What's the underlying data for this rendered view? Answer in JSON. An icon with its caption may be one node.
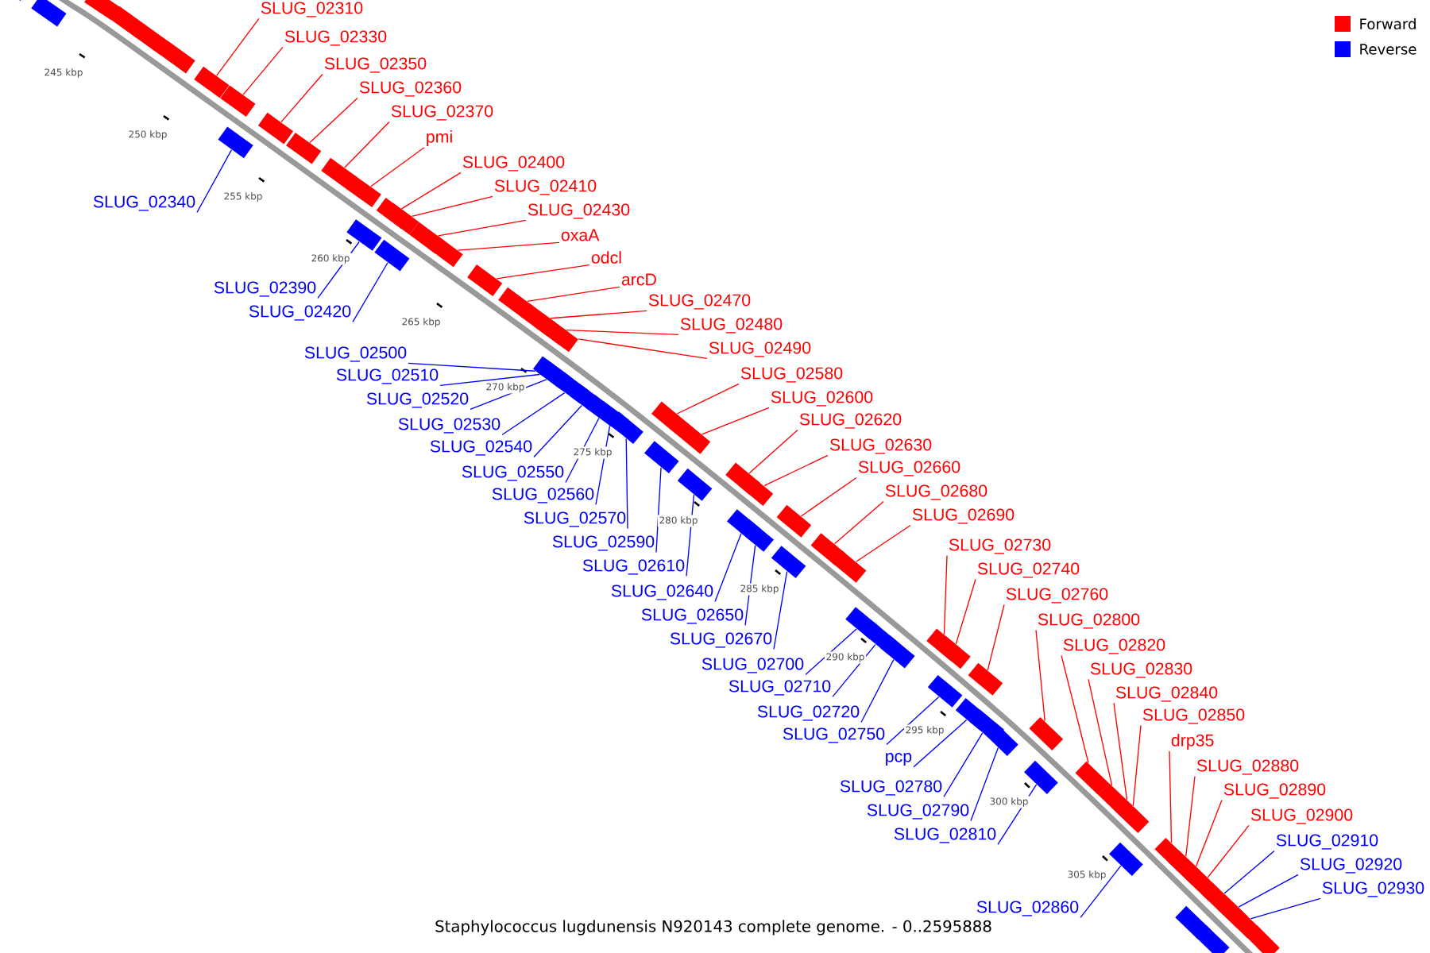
{
  "diagram": {
    "caption": "Staphylococcus lugdunensis N920143 complete genome. - 0..2595888",
    "nodes": [
      {
        "text": [
          "SLUG_02310"
        ]
      },
      {
        "text": [
          "SLUG_02330"
        ]
      },
      {
        "text": [
          "SLUG_02340"
        ]
      },
      {
        "text": [
          "SLUG_02350"
        ]
      },
      {
        "text": [
          "SLUG_02360"
        ]
      },
      {
        "text": [
          "SLUG_02370"
        ]
      },
      {
        "text": [
          "pmi"
        ]
      },
      {
        "text": [
          "SLUG_02390"
        ]
      },
      {
        "text": [
          "SLUG_02400"
        ]
      },
      {
        "text": [
          "SLUG_02410"
        ]
      },
      {
        "text": [
          "SLUG_02420"
        ]
      },
      {
        "text": [
          "SLUG_02430"
        ]
      },
      {
        "text": [
          "oxaA"
        ]
      },
      {
        "text": [
          "odcl"
        ]
      },
      {
        "text": [
          "arcD"
        ]
      },
      {
        "text": [
          "SLUG_02470"
        ]
      },
      {
        "text": [
          "SLUG_02480"
        ]
      },
      {
        "text": [
          "SLUG_02490"
        ]
      },
      {
        "text": [
          "SLUG_02500"
        ]
      },
      {
        "text": [
          "SLUG_02510"
        ]
      },
      {
        "text": [
          "SLUG_02520"
        ]
      },
      {
        "text": [
          "SLUG_02530"
        ]
      },
      {
        "text": [
          "SLUG_02540"
        ]
      },
      {
        "text": [
          "SLUG_02550"
        ]
      },
      {
        "text": [
          "SLUG_02560"
        ]
      },
      {
        "text": [
          "SLUG_02570"
        ]
      },
      {
        "text": [
          "SLUG_02580"
        ]
      },
      {
        "text": [
          "SLUG_02590"
        ]
      },
      {
        "text": [
          "SLUG_02600"
        ]
      },
      {
        "text": [
          "SLUG_02610"
        ]
      },
      {
        "text": [
          "SLUG_02620"
        ]
      },
      {
        "text": [
          "SLUG_02630"
        ]
      },
      {
        "text": [
          "SLUG_02640"
        ]
      },
      {
        "text": [
          "SLUG_02650"
        ]
      },
      {
        "text": [
          "SLUG_02660"
        ]
      },
      {
        "text": [
          "SLUG_02670"
        ]
      },
      {
        "text": [
          "SLUG_02680"
        ]
      },
      {
        "text": [
          "SLUG_02690"
        ]
      },
      {
        "text": [
          "SLUG_02700"
        ]
      },
      {
        "text": [
          "SLUG_02710"
        ]
      },
      {
        "text": [
          "SLUG_02720"
        ]
      },
      {
        "text": [
          "SLUG_02730"
        ]
      },
      {
        "text": [
          "SLUG_02740"
        ]
      },
      {
        "text": [
          "SLUG_02750"
        ]
      },
      {
        "text": [
          "SLUG_02760"
        ]
      },
      {
        "text": [
          "pcp"
        ]
      },
      {
        "text": [
          "SLUG_02780"
        ]
      },
      {
        "text": [
          "SLUG_02790"
        ]
      },
      {
        "text": [
          "SLUG_02800"
        ]
      },
      {
        "text": [
          "SLUG_02810"
        ]
      },
      {
        "text": [
          "SLUG_02820"
        ]
      },
      {
        "text": [
          "SLUG_02830"
        ]
      },
      {
        "text": [
          "SLUG_02840"
        ]
      },
      {
        "text": [
          "SLUG_02850"
        ]
      },
      {
        "text": [
          "SLUG_02860"
        ]
      },
      {
        "text": [
          "drp35"
        ]
      },
      {
        "text": [
          "SLUG_02880"
        ]
      },
      {
        "text": [
          "SLUG_02890"
        ]
      },
      {
        "text": [
          "SLUG_02900"
        ]
      },
      {
        "text": [
          "SLUG_02910"
        ]
      },
      {
        "text": [
          "SLUG_02920"
        ]
      },
      {
        "text": [
          "SLUG_02930"
        ]
      },
      {
        "text": [],
        "shape": "box"
      },
      {
        "text": [],
        "shape": "box"
      },
      {
        "text": [],
        "shape": "box"
      },
      {
        "text": [],
        "shape": "box"
      },
      {
        "text": [],
        "shape": "box"
      },
      {
        "text": [],
        "shape": "box"
      },
      {
        "text": [],
        "shape": "box"
      },
      {
        "text": [],
        "shape": "box"
      },
      {
        "text": [],
        "shape": "box"
      },
      {
        "text": [],
        "shape": "box"
      },
      {
        "text": [],
        "shape": "box"
      },
      {
        "text": [],
        "shape": "box"
      },
      {
        "text": [],
        "shape": "box"
      },
      {
        "text": [],
        "shape": "box"
      },
      {
        "text": [],
        "shape": "box"
      },
      {
        "text": [],
        "shape": "box"
      },
      {
        "text": [],
        "shape": "box"
      },
      {
        "text": [],
        "shape": "box"
      },
      {
        "text": [],
        "shape": "box"
      },
      {
        "text": [],
        "shape": "box"
      },
      {
        "text": [],
        "shape": "box"
      },
      {
        "text": [],
        "shape": "box"
      },
      {
        "text": [],
        "shape": "box"
      },
      {
        "text": [],
        "shape": "box"
      },
      {
        "text": [],
        "shape": "box"
      },
      {
        "text": [],
        "shape": "box"
      },
      {
        "text": [],
        "shape": "box"
      },
      {
        "text": [],
        "shape": "box"
      },
      {
        "text": [],
        "shape": "box"
      },
      {
        "text": [],
        "shape": "box"
      },
      {
        "text": [],
        "shape": "box"
      },
      {
        "text": [],
        "shape": "box"
      },
      {
        "text": [],
        "shape": "box"
      },
      {
        "text": [],
        "shape": "box"
      },
      {
        "text": [],
        "shape": "box"
      },
      {
        "text": [],
        "shape": "box"
      },
      {
        "text": [],
        "shape": "box"
      },
      {
        "text": [],
        "shape": "box"
      },
      {
        "text": [],
        "shape": "box"
      },
      {
        "text": [],
        "shape": "box"
      },
      {
        "text": [],
        "shape": "box"
      },
      {
        "text": [],
        "shape": "box"
      },
      {
        "text": [],
        "shape": "box"
      },
      {
        "text": [],
        "shape": "box"
      },
      {
        "text": [],
        "shape": "box"
      },
      {
        "text": [],
        "shape": "box"
      },
      {
        "text": [],
        "shape": "box"
      },
      {
        "text": [],
        "shape": "box"
      },
      {
        "text": [],
        "shape": "box"
      },
      {
        "text": [],
        "shape": "box"
      },
      {
        "text": [],
        "shape": "box"
      },
      {
        "text": [],
        "shape": "box"
      },
      {
        "text": [],
        "shape": "box"
      },
      {
        "text": [],
        "shape": "box"
      },
      {
        "text": [],
        "shape": "box"
      },
      {
        "text": [],
        "shape": "box"
      },
      {
        "text": [],
        "shape": "box"
      },
      {
        "text": [],
        "shape": "box"
      },
      {
        "text": [],
        "shape": "box"
      },
      {
        "text": [],
        "shape": "box"
      },
      {
        "text": [],
        "shape": "box"
      },
      {
        "text": [],
        "shape": "box"
      },
      {
        "text": [],
        "shape": "box"
      },
      {
        "text": [],
        "shape": "box"
      },
      {
        "text": [],
        "shape": "box"
      },
      {
        "text": [],
        "shape": "box"
      },
      {
        "text": [],
        "shape": "box"
      },
      {
        "text": [],
        "shape": "box"
      },
      {
        "text": [],
        "shape": "box"
      },
      {
        "text": [],
        "shape": "box"
      },
      {
        "text": [],
        "shape": "box"
      }
    ],
    "edges": [
      {
        "from": 0,
        "to": 62,
        "arrow": "none"
      },
      {
        "from": 1,
        "to": 63,
        "arrow": "none"
      },
      {
        "from": 2,
        "to": 64,
        "arrow": "none",
        "color": "#0000ff"
      },
      {
        "from": 3,
        "to": 65,
        "arrow": "none"
      },
      {
        "from": 4,
        "to": 66,
        "arrow": "none"
      },
      {
        "from": 5,
        "to": 67,
        "arrow": "none"
      },
      {
        "from": 6,
        "to": 68,
        "arrow": "none"
      },
      {
        "from": 7,
        "to": 69,
        "arrow": "none",
        "color": "#0000ff"
      },
      {
        "from": 8,
        "to": 70,
        "arrow": "none"
      },
      {
        "from": 9,
        "to": 71,
        "arrow": "none"
      },
      {
        "from": 10,
        "to": 72,
        "arrow": "none",
        "color": "#0000ff"
      },
      {
        "from": 11,
        "to": 73,
        "arrow": "none"
      },
      {
        "from": 12,
        "to": 74,
        "arrow": "none"
      },
      {
        "from": 13,
        "to": 75,
        "arrow": "none"
      },
      {
        "from": 14,
        "to": 76,
        "arrow": "none"
      },
      {
        "from": 15,
        "to": 77,
        "arrow": "none"
      },
      {
        "from": 16,
        "to": 78,
        "arrow": "none"
      },
      {
        "from": 17,
        "to": 79,
        "arrow": "none"
      },
      {
        "from": 18,
        "to": 80,
        "arrow": "none",
        "color": "#0000ff"
      },
      {
        "from": 19,
        "to": 81,
        "arrow": "none",
        "color": "#0000ff"
      },
      {
        "from": 20,
        "to": 82,
        "arrow": "none",
        "color": "#0000ff"
      },
      {
        "from": 21,
        "to": 83,
        "arrow": "none",
        "color": "#0000ff"
      },
      {
        "from": 22,
        "to": 84,
        "arrow": "none",
        "color": "#0000ff"
      },
      {
        "from": 23,
        "to": 85,
        "arrow": "none",
        "color": "#0000ff"
      },
      {
        "from": 24,
        "to": 86,
        "arrow": "none",
        "color": "#0000ff"
      },
      {
        "from": 25,
        "to": 87,
        "arrow": "none",
        "color": "#0000ff"
      },
      {
        "from": 26,
        "to": 88,
        "arrow": "none"
      },
      {
        "from": 27,
        "to": 89,
        "arrow": "none",
        "color": "#0000ff"
      },
      {
        "from": 28,
        "to": 90,
        "arrow": "none"
      },
      {
        "from": 29,
        "to": 91,
        "arrow": "none",
        "color": "#0000ff"
      },
      {
        "from": 30,
        "to": 92,
        "arrow": "none"
      },
      {
        "from": 31,
        "to": 93,
        "arrow": "none"
      },
      {
        "from": 32,
        "to": 94,
        "arrow": "none",
        "color": "#0000ff"
      },
      {
        "from": 33,
        "to": 95,
        "arrow": "none",
        "color": "#0000ff"
      },
      {
        "from": 34,
        "to": 96,
        "arrow": "none"
      },
      {
        "from": 35,
        "to": 97,
        "arrow": "none",
        "color": "#0000ff"
      },
      {
        "from": 36,
        "to": 98,
        "arrow": "none"
      },
      {
        "from": 37,
        "to": 99,
        "arrow": "none"
      },
      {
        "from": 38,
        "to": 100,
        "arrow": "none",
        "color": "#0000ff"
      },
      {
        "from": 39,
        "to": 101,
        "arrow": "none",
        "color": "#0000ff"
      },
      {
        "from": 40,
        "to": 102,
        "arrow": "none",
        "color": "#0000ff"
      },
      {
        "from": 41,
        "to": 103,
        "arrow": "none"
      },
      {
        "from": 42,
        "to": 104,
        "arrow": "none"
      },
      {
        "from": 43,
        "to": 105,
        "arrow": "none",
        "color": "#0000ff"
      },
      {
        "from": 44,
        "to": 106,
        "arrow": "none"
      },
      {
        "from": 45,
        "to": 107,
        "arrow": "none",
        "color": "#0000ff"
      },
      {
        "from": 46,
        "to": 108,
        "arrow": "none",
        "color": "#0000ff"
      },
      {
        "from": 47,
        "to": 109,
        "arrow": "none",
        "color": "#0000ff"
      },
      {
        "from": 48,
        "to": 110,
        "arrow": "none"
      },
      {
        "from": 49,
        "to": 111,
        "arrow": "none",
        "color": "#0000ff"
      },
      {
        "from": 50,
        "to": 112,
        "arrow": "none"
      },
      {
        "from": 51,
        "to": 113,
        "arrow": "none"
      },
      {
        "from": 52,
        "to": 114,
        "arrow": "none"
      },
      {
        "from": 53,
        "to": 115,
        "arrow": "none"
      },
      {
        "from": 54,
        "to": 116,
        "arrow": "none",
        "color": "#0000ff"
      },
      {
        "from": 55,
        "to": 117,
        "arrow": "none"
      },
      {
        "from": 56,
        "to": 118,
        "arrow": "none"
      },
      {
        "from": 57,
        "to": 119,
        "arrow": "none"
      },
      {
        "from": 58,
        "to": 120,
        "arrow": "none"
      },
      {
        "from": 59,
        "to": 121,
        "arrow": "none",
        "color": "#0000ff"
      },
      {
        "from": 60,
        "to": 122,
        "arrow": "none",
        "color": "#0000ff"
      },
      {
        "from": 61,
        "to": 123,
        "arrow": "none",
        "color": "#0000ff"
      }
    ],
    "labels": [
      "245 kbp",
      "250 kbp",
      "255 kbp",
      "260 kbp",
      "265 kbp",
      "270 kbp",
      "275 kbp",
      "280 kbp",
      "285 kbp",
      "290 kbp",
      "295 kbp",
      "300 kbp",
      "305 kbp"
    ],
    "legend": [
      {
        "text": "Forward",
        "color": "#ff0000"
      },
      {
        "text": "Reverse",
        "color": "#0000ff"
      }
    ]
  }
}
